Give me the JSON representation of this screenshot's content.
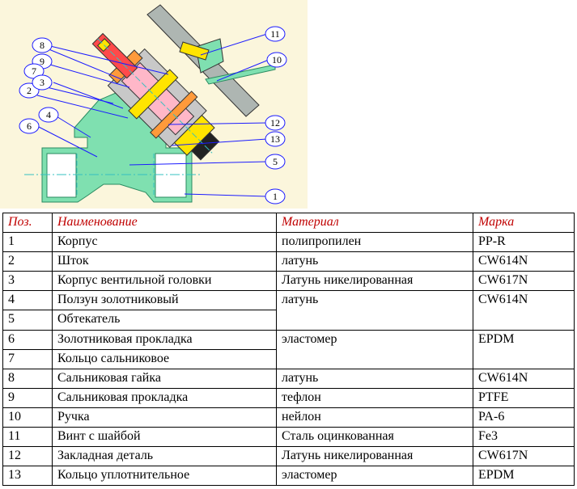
{
  "callouts": [
    "1",
    "2",
    "3",
    "4",
    "5",
    "6",
    "7",
    "8",
    "9",
    "10",
    "11",
    "12",
    "13"
  ],
  "table": {
    "headers": {
      "pos": "Поз.",
      "name": "Наименование",
      "material": "Материал",
      "mark": "Марка"
    },
    "rows": [
      {
        "pos": "1",
        "name": "Корпус",
        "material": "полипропилен",
        "mark": "PP-R"
      },
      {
        "pos": "2",
        "name": "Шток",
        "material": "латунь",
        "mark": "CW614N"
      },
      {
        "pos": "3",
        "name": "Корпус вентильной головки",
        "material": "Латунь никелированная",
        "mark": "CW617N"
      },
      {
        "pos": "4",
        "name": "Ползун золотниковый",
        "material": "латунь",
        "mark": "CW614N"
      },
      {
        "pos": "5",
        "name": "Обтекатель"
      },
      {
        "pos": "6",
        "name": "Золотниковая прокладка",
        "material": "эластомер",
        "mark": "EPDM"
      },
      {
        "pos": "7",
        "name": "Кольцо сальниковое"
      },
      {
        "pos": "8",
        "name": "Сальниковая гайка",
        "material": "латунь",
        "mark": "CW614N"
      },
      {
        "pos": "9",
        "name": "Сальниковая прокладка",
        "material": "тефлон",
        "mark": "PTFE"
      },
      {
        "pos": "10",
        "name": "Ручка",
        "material": "нейлон",
        "mark": "PA-6"
      },
      {
        "pos": "11",
        "name": "Винт с шайбой",
        "material": "Сталь оцинкованная",
        "mark": "Fe3"
      },
      {
        "pos": "12",
        "name": "Закладная деталь",
        "material": "Латунь никелированная",
        "mark": "CW617N"
      },
      {
        "pos": "13",
        "name": "Кольцо уплотнительное",
        "material": "эластомер",
        "mark": "EPDM"
      }
    ]
  },
  "colors": {
    "drawing_bg": "#fbf6dc",
    "body_green": "#7fe0b0",
    "handle_gray": "#aeb6b2",
    "part_orange": "#ff9a3a",
    "part_yellow": "#ffe400",
    "part_gray": "#c8c8c8",
    "part_pink": "#ffb7c8",
    "part_red": "#ff4a4a",
    "leader_blue": "#1c1cff",
    "header_red": "#c00000"
  }
}
